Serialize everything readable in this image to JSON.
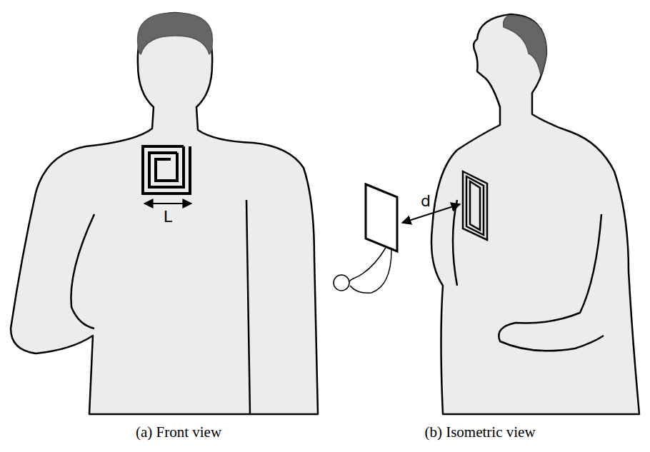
{
  "diagram": {
    "labels": [
      "L",
      "d",
      "(a) Front view",
      "(b) Isometric view"
    ]
  }
}
